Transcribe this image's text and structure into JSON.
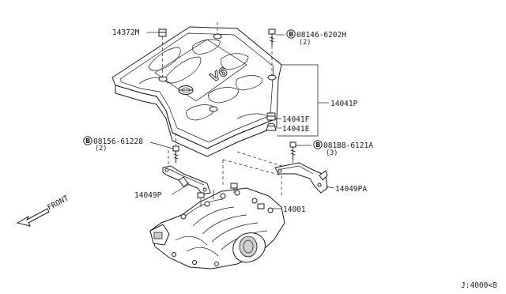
{
  "parts": {
    "p14372m": "14372M",
    "p14041p": "14041P",
    "p14041f": "14041F",
    "p14041e": "14041E",
    "p14049p": "14049P",
    "p14049pa": "14049PA",
    "p14001": "14001"
  },
  "bolts": {
    "b1": {
      "letter": "B",
      "part": "08146-6202H",
      "qty": "(2)"
    },
    "b2": {
      "letter": "B",
      "part": "08156-61228",
      "qty": "(2)"
    },
    "b3": {
      "letter": "B",
      "part": "081B8-6121A",
      "qty": "(3)"
    }
  },
  "cover_badge": "V6",
  "front_label": "FRONT",
  "diagram_code": "J:4000<8",
  "icons": [
    "front-arrow-icon",
    "bolt-icon",
    "grommet-icon",
    "nissan-emblem-icon"
  ]
}
